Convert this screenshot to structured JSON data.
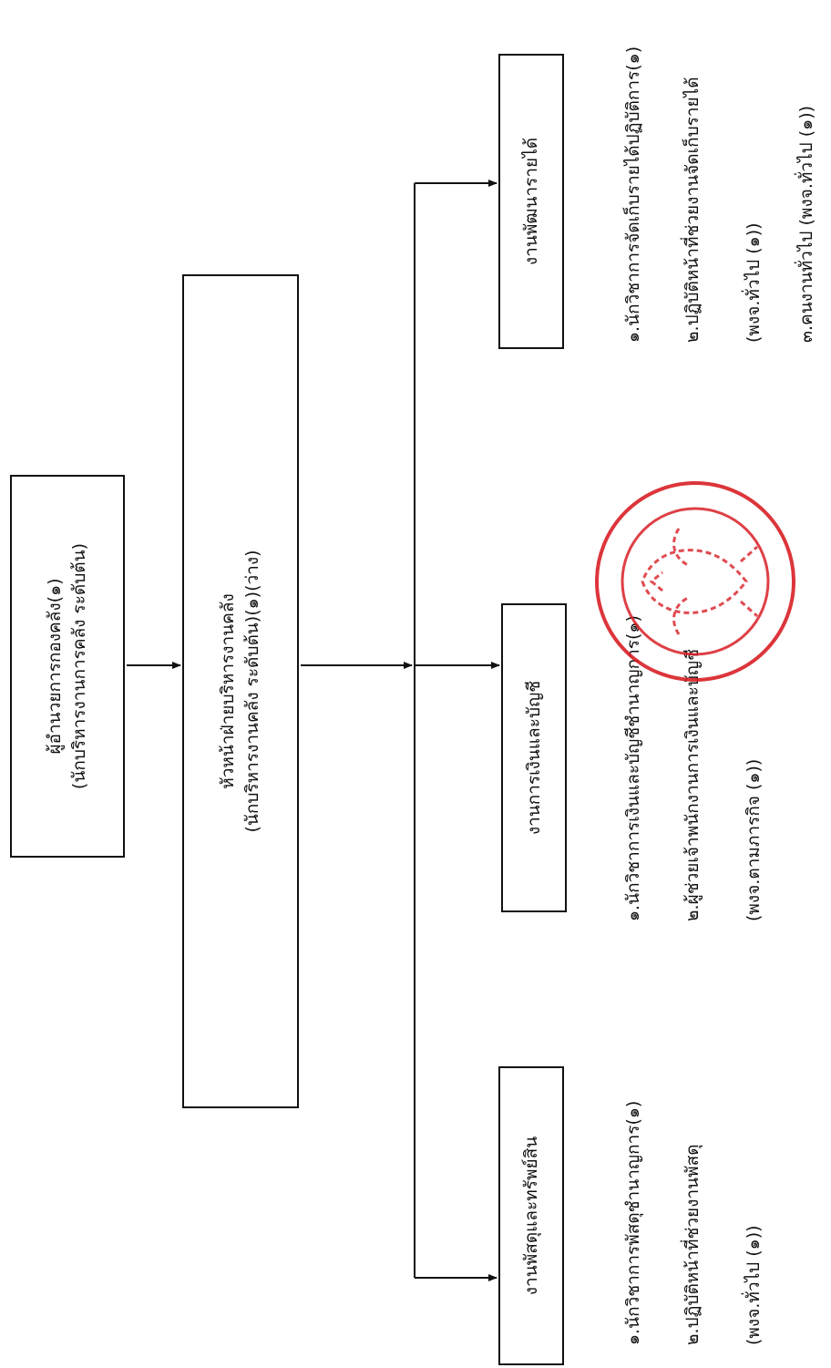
{
  "director": {
    "line1": "ผู้อำนวยการกองคลัง(๑)",
    "line2": "(นักบริหารงานการคลัง ระดับต้น)"
  },
  "head": {
    "line1": "หัวหน้าฝ่ายบริหารงานคลัง",
    "line2": "(นักบริหารงานคลัง ระดับต้น)(๑)(ว่าง)"
  },
  "units": [
    {
      "title": "งานพัสดุและทรัพย์สิน",
      "staff": [
        "๑.นักวิชาการพัสดุชำนาญการ(๑)",
        "๒.ปฏิบัติหน้าที่ช่วยงานพัสดุ",
        "(พงจ.ทั่วไป (๑))"
      ]
    },
    {
      "title": "งานการเงินและบัญชี",
      "staff": [
        "๑.นักวิชาการเงินและบัญชีชำนาญการ(๑)",
        "๒.ผู้ช่วยเจ้าพนักงานการเงินและบัญชี",
        "(พงจ.ตามภารกิจ (๑))"
      ]
    },
    {
      "title": "งานพัฒนารายได้",
      "staff": [
        "๑.นักวิชาการจัดเก็บรายได้ปฏิบัติการ(๑)",
        "๒.ปฏิบัติหน้าที่ช่วยงานจัดเก็บรายได้",
        "(พงจ.ทั่วไป (๑))",
        "๓.คนงานทั่วไป (พงจ.ทั่วไป (๑))"
      ]
    }
  ],
  "colors": {
    "line": "#111111",
    "stamp": "#d81f26"
  },
  "stamp_icon": "garuda-seal-icon"
}
